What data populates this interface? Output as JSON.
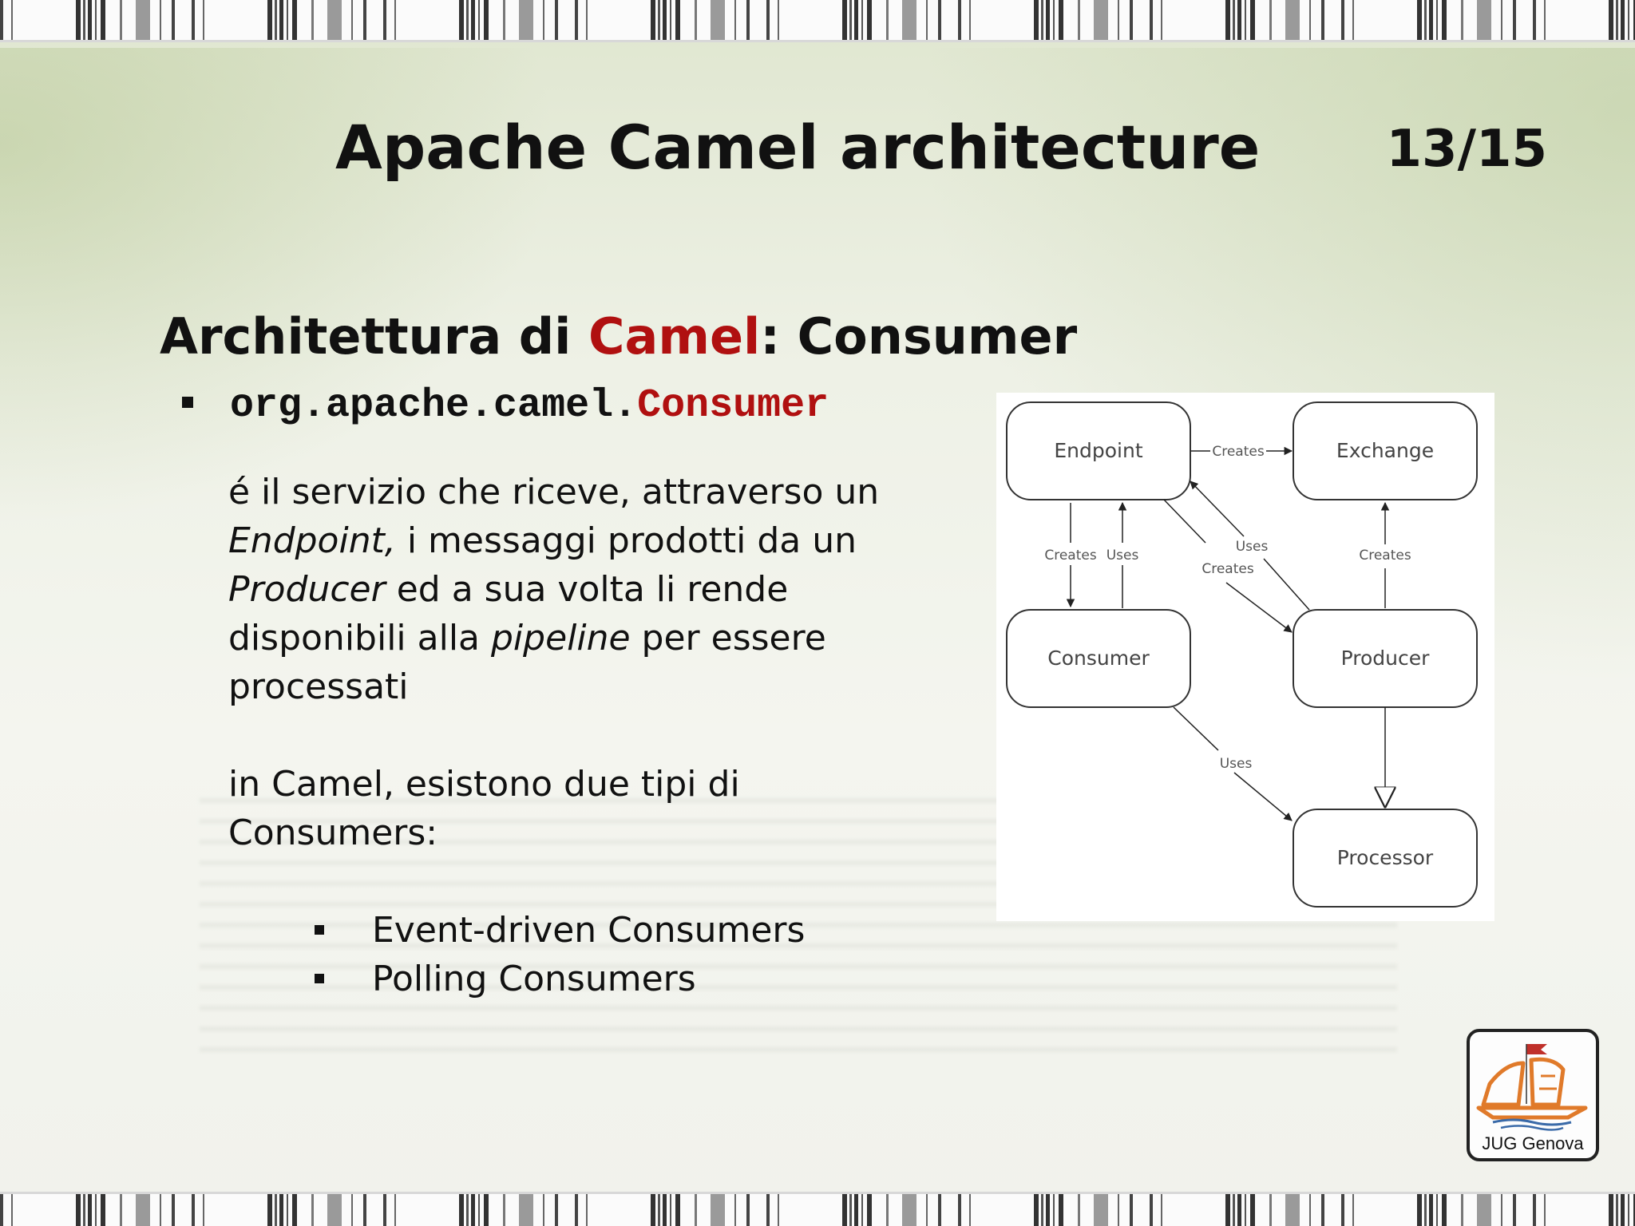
{
  "slide": {
    "title": "Apache Camel architecture",
    "page": "13/15",
    "subtitle_pre": "Architettura di ",
    "subtitle_red": "Camel",
    "subtitle_post": ": Consumer",
    "code_prefix": "org.apache.camel.",
    "code_red": "Consumer",
    "para1": {
      "l1": "é il servizio che riceve, attraverso un",
      "l2_em": "Endpoint,",
      "l2_rest": " i messaggi prodotti da un",
      "l3_em": "Producer",
      "l3_rest": " ed a sua volta li rende",
      "l4_pre": "disponibili alla ",
      "l4_em": "pipeline",
      "l4_rest": " per essere",
      "l5": "processati"
    },
    "para2": {
      "l1": "in Camel, esistono due tipi di",
      "l2": "Consumers:"
    },
    "consumer_types": [
      "Event-driven Consumers",
      "Polling Consumers"
    ]
  },
  "diagram": {
    "nodes": {
      "endpoint": "Endpoint",
      "exchange": "Exchange",
      "consumer": "Consumer",
      "producer": "Producer",
      "processor": "Processor"
    },
    "edges": {
      "endpoint_exchange": "Creates",
      "endpoint_consumer": "Creates",
      "consumer_endpoint": "Uses",
      "producer_endpoint": "Uses",
      "endpoint_producer": "Creates",
      "producer_exchange": "Creates",
      "consumer_processor": "Uses"
    }
  },
  "logo": {
    "text": "JUG Genova",
    "colors": {
      "ship": "#e07a2a",
      "flag": "#c0302a",
      "water": "#3a6aa8"
    }
  }
}
